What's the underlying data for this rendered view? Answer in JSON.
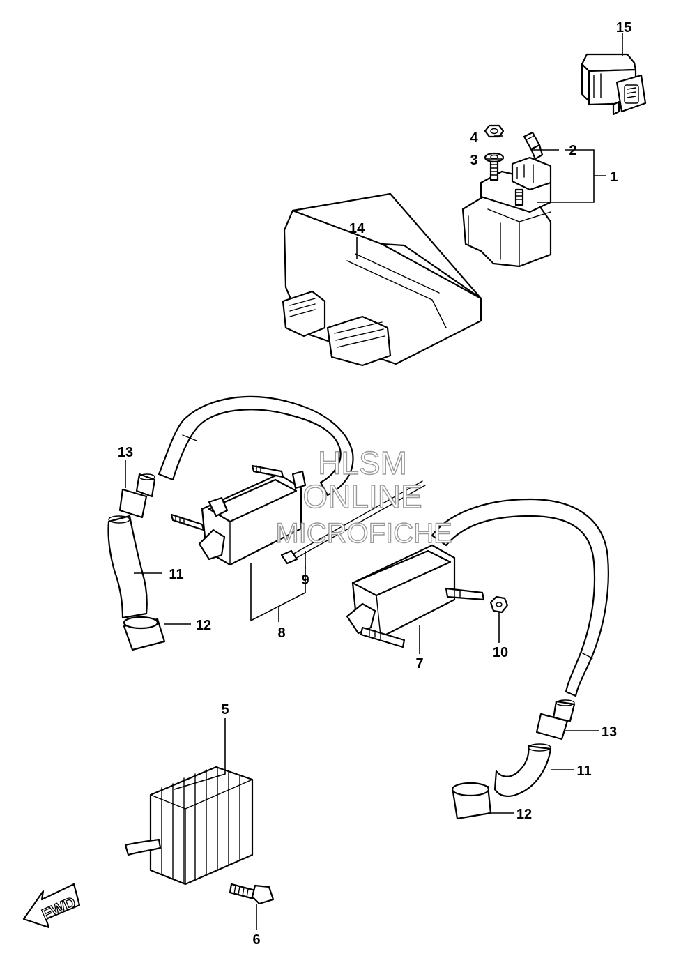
{
  "callouts": {
    "c1": "1",
    "c2": "2",
    "c3": "3",
    "c4": "4",
    "c5": "5",
    "c6": "6",
    "c7": "7",
    "c8": "8",
    "c9": "9",
    "c10": "10",
    "c11a": "11",
    "c11b": "11",
    "c12a": "12",
    "c12b": "12",
    "c13a": "13",
    "c13b": "13",
    "c14": "14",
    "c15": "15"
  },
  "watermark": {
    "line1": "HLSM",
    "line2": "ONLINE",
    "line3": "MICROFICHE"
  },
  "fwd_badge": {
    "label": "FWD"
  }
}
